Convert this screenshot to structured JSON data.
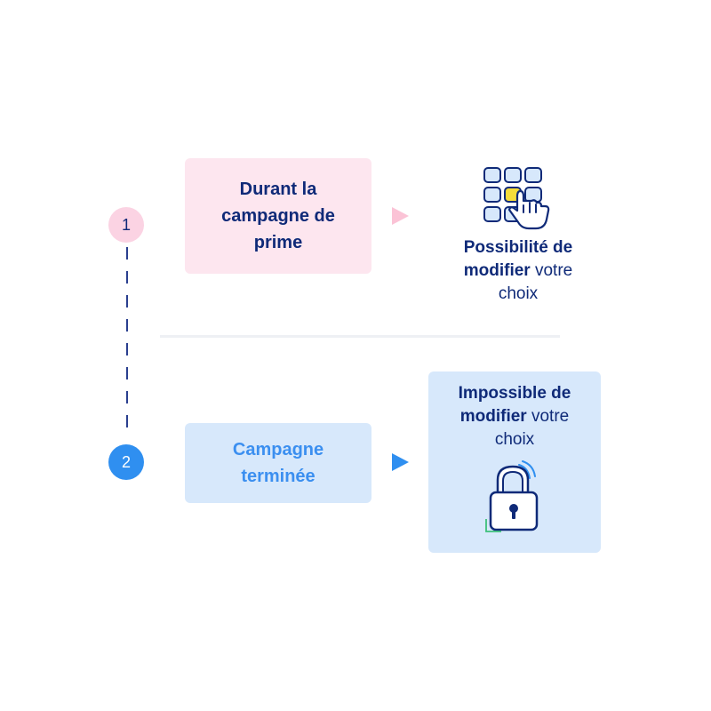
{
  "steps": [
    {
      "number": "1",
      "label_lines": [
        "Durant la",
        "campagne de",
        "prime"
      ],
      "outcome": {
        "bold": "Possibilité de modifier",
        "bold_lines": [
          "Possibilité de",
          "modifier"
        ],
        "rest": " votre",
        "last_line": "choix",
        "icon": "keypad-touch-icon"
      },
      "colors": {
        "circle": "#fbd3e3",
        "box": "#fde6ef",
        "arrow": "#fbc3d6",
        "text": "#0f2a78"
      }
    },
    {
      "number": "2",
      "label_lines": [
        "Campagne",
        "terminée"
      ],
      "outcome": {
        "bold_lines": [
          "Impossible de",
          "modifier"
        ],
        "rest": " votre",
        "last_line": "choix",
        "icon": "padlock-icon"
      },
      "colors": {
        "circle": "#2f8ff0",
        "box": "#d7e8fb",
        "arrow": "#2f8ff0",
        "text": "#3b8ff0"
      }
    }
  ]
}
